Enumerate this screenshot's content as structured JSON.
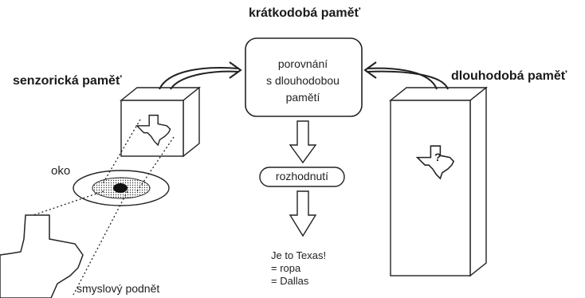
{
  "titles": {
    "short_term": "krátkodobá paměť",
    "sensory": "senzorická paměť",
    "long_term": "dlouhodobá paměť"
  },
  "short_term_box": {
    "lines": [
      "porovnání",
      "s dlouhodobou",
      "pamětí"
    ]
  },
  "decision_label": "rozhodnutí",
  "eye_label": "oko",
  "stimulus_label": "smyslový podnět",
  "question_mark": "?",
  "result": {
    "lines": [
      "Je to Texas!",
      "= ropa",
      "= Dallas"
    ]
  }
}
